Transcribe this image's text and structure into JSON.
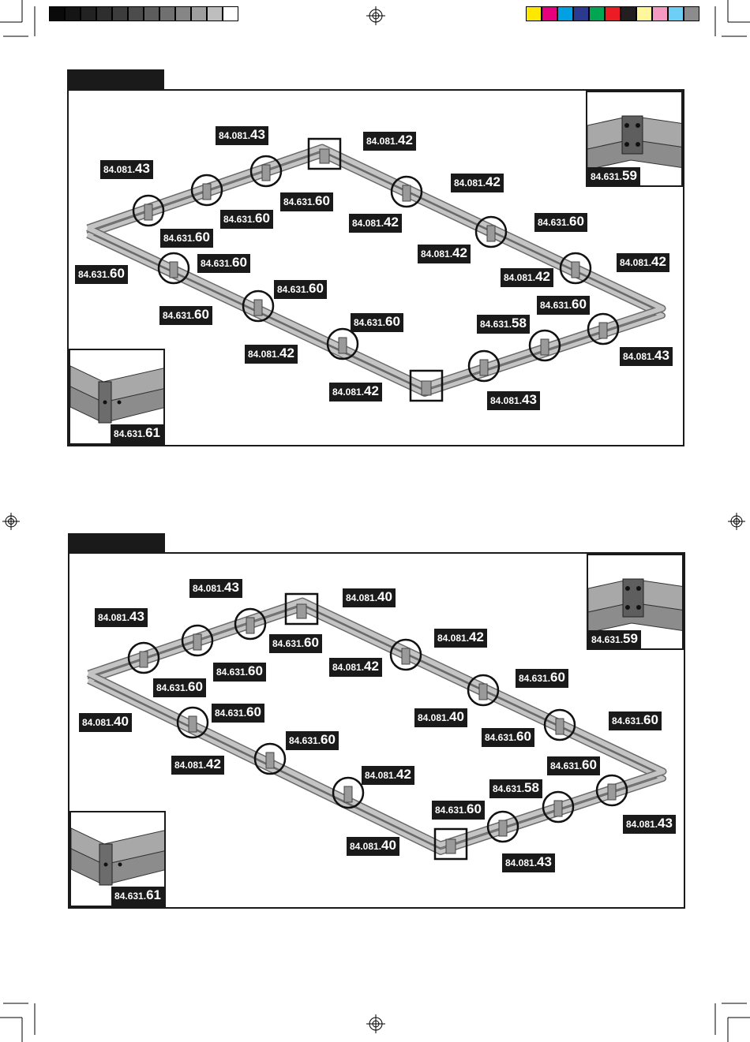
{
  "colors": {
    "frame_rail": "#c4c4c4",
    "frame_edge": "#6a6a6a",
    "label_bg": "#1a1a1a",
    "label_text": "#ffffff",
    "gray_bar": [
      "#0a0a0a",
      "#151515",
      "#222222",
      "#2e2e2e",
      "#3c3c3c",
      "#4c4c4c",
      "#5d5d5d",
      "#707070",
      "#868686",
      "#9e9e9e",
      "#bebebe",
      "#ffffff"
    ],
    "color_bar": [
      "#ffe800",
      "#e6007e",
      "#00a0e3",
      "#2b3990",
      "#00a651",
      "#ed1c24",
      "#231f20",
      "#fff799",
      "#f49ac2",
      "#6dcff6",
      "#8c8c8c"
    ]
  },
  "diagram1": {
    "inset_top": {
      "prefix": "84.631.",
      "suffix": "59"
    },
    "inset_bottom": {
      "prefix": "84.631.",
      "suffix": "61"
    },
    "labels": [
      {
        "prefix": "84.081.",
        "suffix": "43"
      },
      {
        "prefix": "84.081.",
        "suffix": "42"
      },
      {
        "prefix": "84.081.",
        "suffix": "43"
      },
      {
        "prefix": "84.081.",
        "suffix": "42"
      },
      {
        "prefix": "84.631.",
        "suffix": "60"
      },
      {
        "prefix": "84.631.",
        "suffix": "60"
      },
      {
        "prefix": "84.631.",
        "suffix": "60"
      },
      {
        "prefix": "84.081.",
        "suffix": "42"
      },
      {
        "prefix": "84.631.",
        "suffix": "60"
      },
      {
        "prefix": "84.631.",
        "suffix": "60"
      },
      {
        "prefix": "84.081.",
        "suffix": "42"
      },
      {
        "prefix": "84.631.",
        "suffix": "60"
      },
      {
        "prefix": "84.081.",
        "suffix": "42"
      },
      {
        "prefix": "84.631.",
        "suffix": "60"
      },
      {
        "prefix": "84.631.",
        "suffix": "60"
      },
      {
        "prefix": "84.081.",
        "suffix": "42"
      },
      {
        "prefix": "84.631.",
        "suffix": "60"
      },
      {
        "prefix": "84.631.",
        "suffix": "58"
      },
      {
        "prefix": "84.631.",
        "suffix": "60"
      },
      {
        "prefix": "84.081.",
        "suffix": "42"
      },
      {
        "prefix": "84.081.",
        "suffix": "43"
      },
      {
        "prefix": "84.081.",
        "suffix": "42"
      },
      {
        "prefix": "84.081.",
        "suffix": "43"
      }
    ]
  },
  "diagram2": {
    "inset_top": {
      "prefix": "84.631.",
      "suffix": "59"
    },
    "inset_bottom": {
      "prefix": "84.631.",
      "suffix": "61"
    },
    "labels": [
      {
        "prefix": "84.081.",
        "suffix": "43"
      },
      {
        "prefix": "84.081.",
        "suffix": "40"
      },
      {
        "prefix": "84.081.",
        "suffix": "43"
      },
      {
        "prefix": "84.631.",
        "suffix": "60"
      },
      {
        "prefix": "84.081.",
        "suffix": "42"
      },
      {
        "prefix": "84.631.",
        "suffix": "60"
      },
      {
        "prefix": "84.631.",
        "suffix": "60"
      },
      {
        "prefix": "84.081.",
        "suffix": "42"
      },
      {
        "prefix": "84.631.",
        "suffix": "60"
      },
      {
        "prefix": "84.081.",
        "suffix": "40"
      },
      {
        "prefix": "84.631.",
        "suffix": "60"
      },
      {
        "prefix": "84.631.",
        "suffix": "60"
      },
      {
        "prefix": "84.081.",
        "suffix": "40"
      },
      {
        "prefix": "84.631.",
        "suffix": "60"
      },
      {
        "prefix": "84.081.",
        "suffix": "42"
      },
      {
        "prefix": "84.631.",
        "suffix": "60"
      },
      {
        "prefix": "84.631.",
        "suffix": "60"
      },
      {
        "prefix": "84.081.",
        "suffix": "42"
      },
      {
        "prefix": "84.631.",
        "suffix": "58"
      },
      {
        "prefix": "84.631.",
        "suffix": "60"
      },
      {
        "prefix": "84.081.",
        "suffix": "43"
      },
      {
        "prefix": "84.081.",
        "suffix": "40"
      },
      {
        "prefix": "84.081.",
        "suffix": "43"
      }
    ]
  }
}
